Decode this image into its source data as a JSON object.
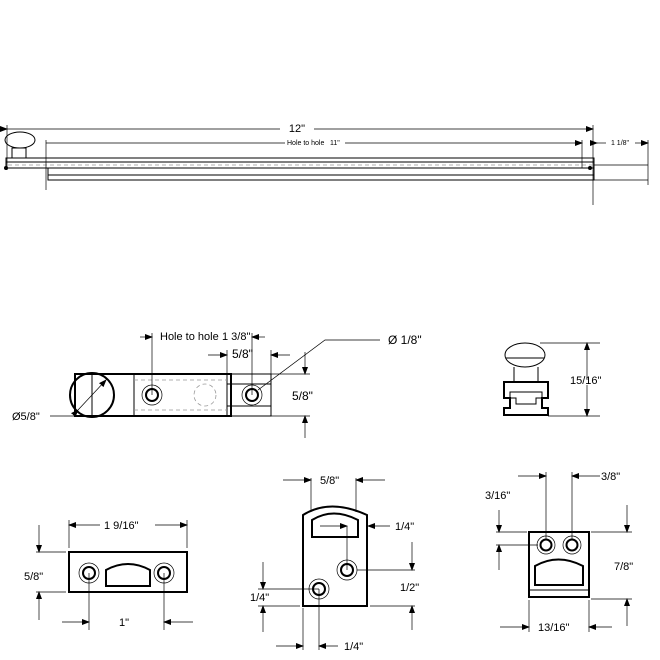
{
  "drawing": {
    "top_view": {
      "overall_length": "12\"",
      "hole_to_hole": "Hole to hole",
      "hole_to_hole_value": "11\"",
      "throw": "1 1/8\""
    },
    "bolt_detail": {
      "hole_to_hole_label": "Hole to hole",
      "hole_to_hole_value": "1 3/8\"",
      "guide_width": "5/8\"",
      "height": "5/8\"",
      "hole_diameter": "Ø 1/8\"",
      "knob_diameter": "Ø5/8\""
    },
    "side_view": {
      "height": "15/16\""
    },
    "strike_plate": {
      "width": "1 9/16\"",
      "height": "5/8\"",
      "hole_spacing": "1\""
    },
    "keeper": {
      "width": "5/8\"",
      "hole_offset_top": "1/4\"",
      "hole_offset_right": "1/2\"",
      "bottom_hole_height": "1/4\"",
      "bottom_hole_offset": "1/4\""
    },
    "catch": {
      "hole_spacing": "3/8\"",
      "hole_offset": "3/16\"",
      "height": "7/8\"",
      "width": "13/16\""
    }
  }
}
